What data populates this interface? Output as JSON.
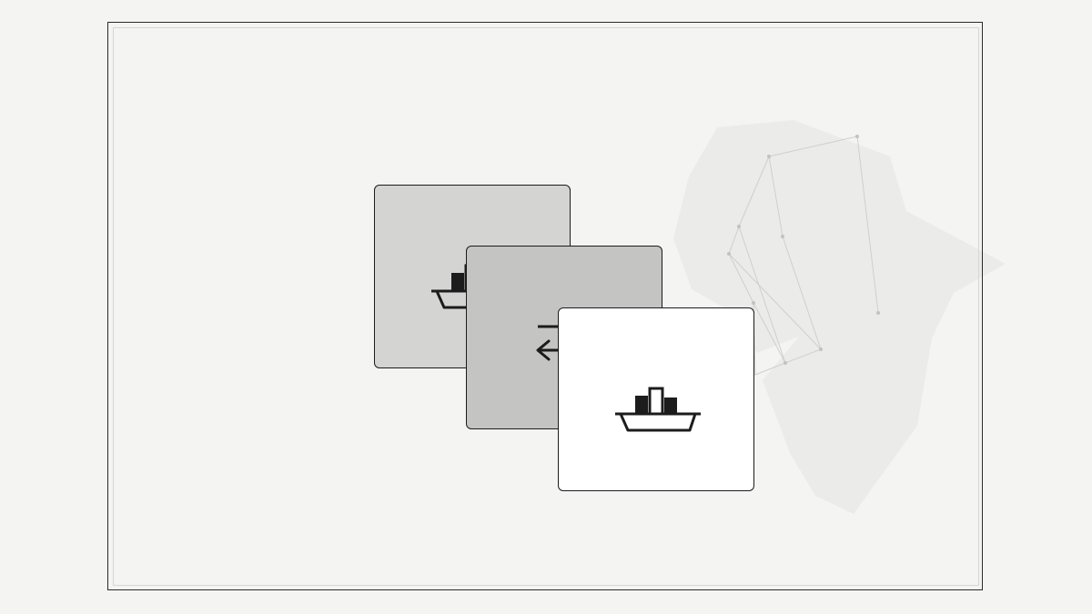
{
  "theme": {
    "background": "#f4f4f2",
    "frame_color": "#2a2a2a",
    "inner_frame_color": "#d6d6d4",
    "continent_fill": "#ebebea",
    "network_line": "#cfcfcd",
    "icon_color": "#1c1c1c"
  },
  "cards": [
    {
      "name": "back",
      "fill": "#d4d4d3",
      "icon": "container-ship-icon"
    },
    {
      "name": "middle",
      "fill": "#c4c4c3",
      "icon": "swap-arrows-icon"
    },
    {
      "name": "front",
      "fill": "#ffffff",
      "icon": "container-ship-icon"
    }
  ]
}
